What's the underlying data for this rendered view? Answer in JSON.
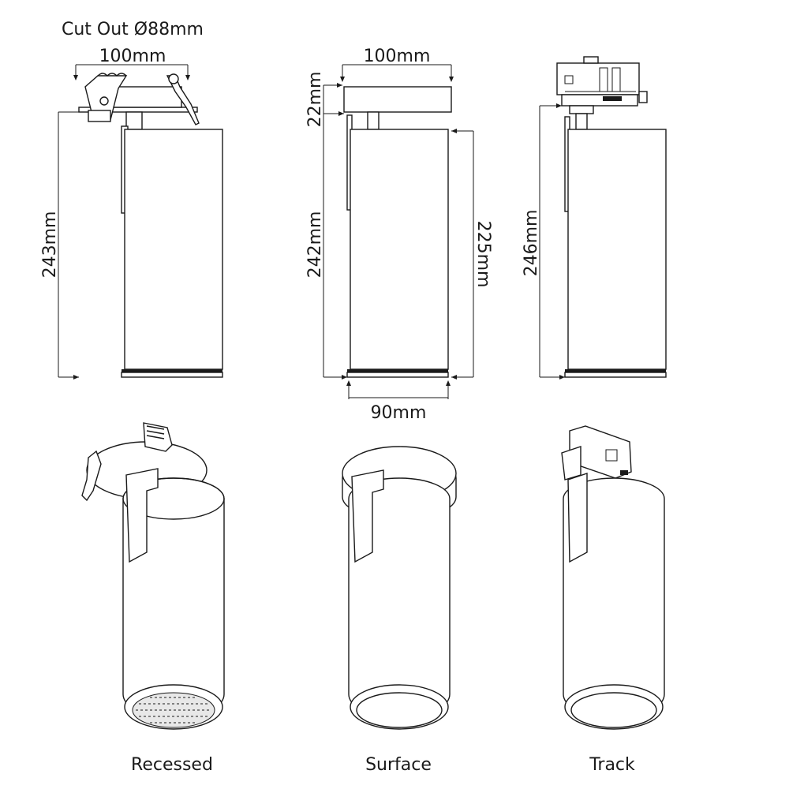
{
  "recessed": {
    "cutout_label": "Cut Out Ø88mm",
    "width_label": "100mm",
    "height_label": "243mm",
    "caption": "Recessed"
  },
  "surface": {
    "width_label": "100mm",
    "canopy_label": "22mm",
    "height_label": "242mm",
    "body_label": "225mm",
    "diameter_label": "90mm",
    "caption": "Surface"
  },
  "track": {
    "height_label": "246mm",
    "caption": "Track"
  }
}
